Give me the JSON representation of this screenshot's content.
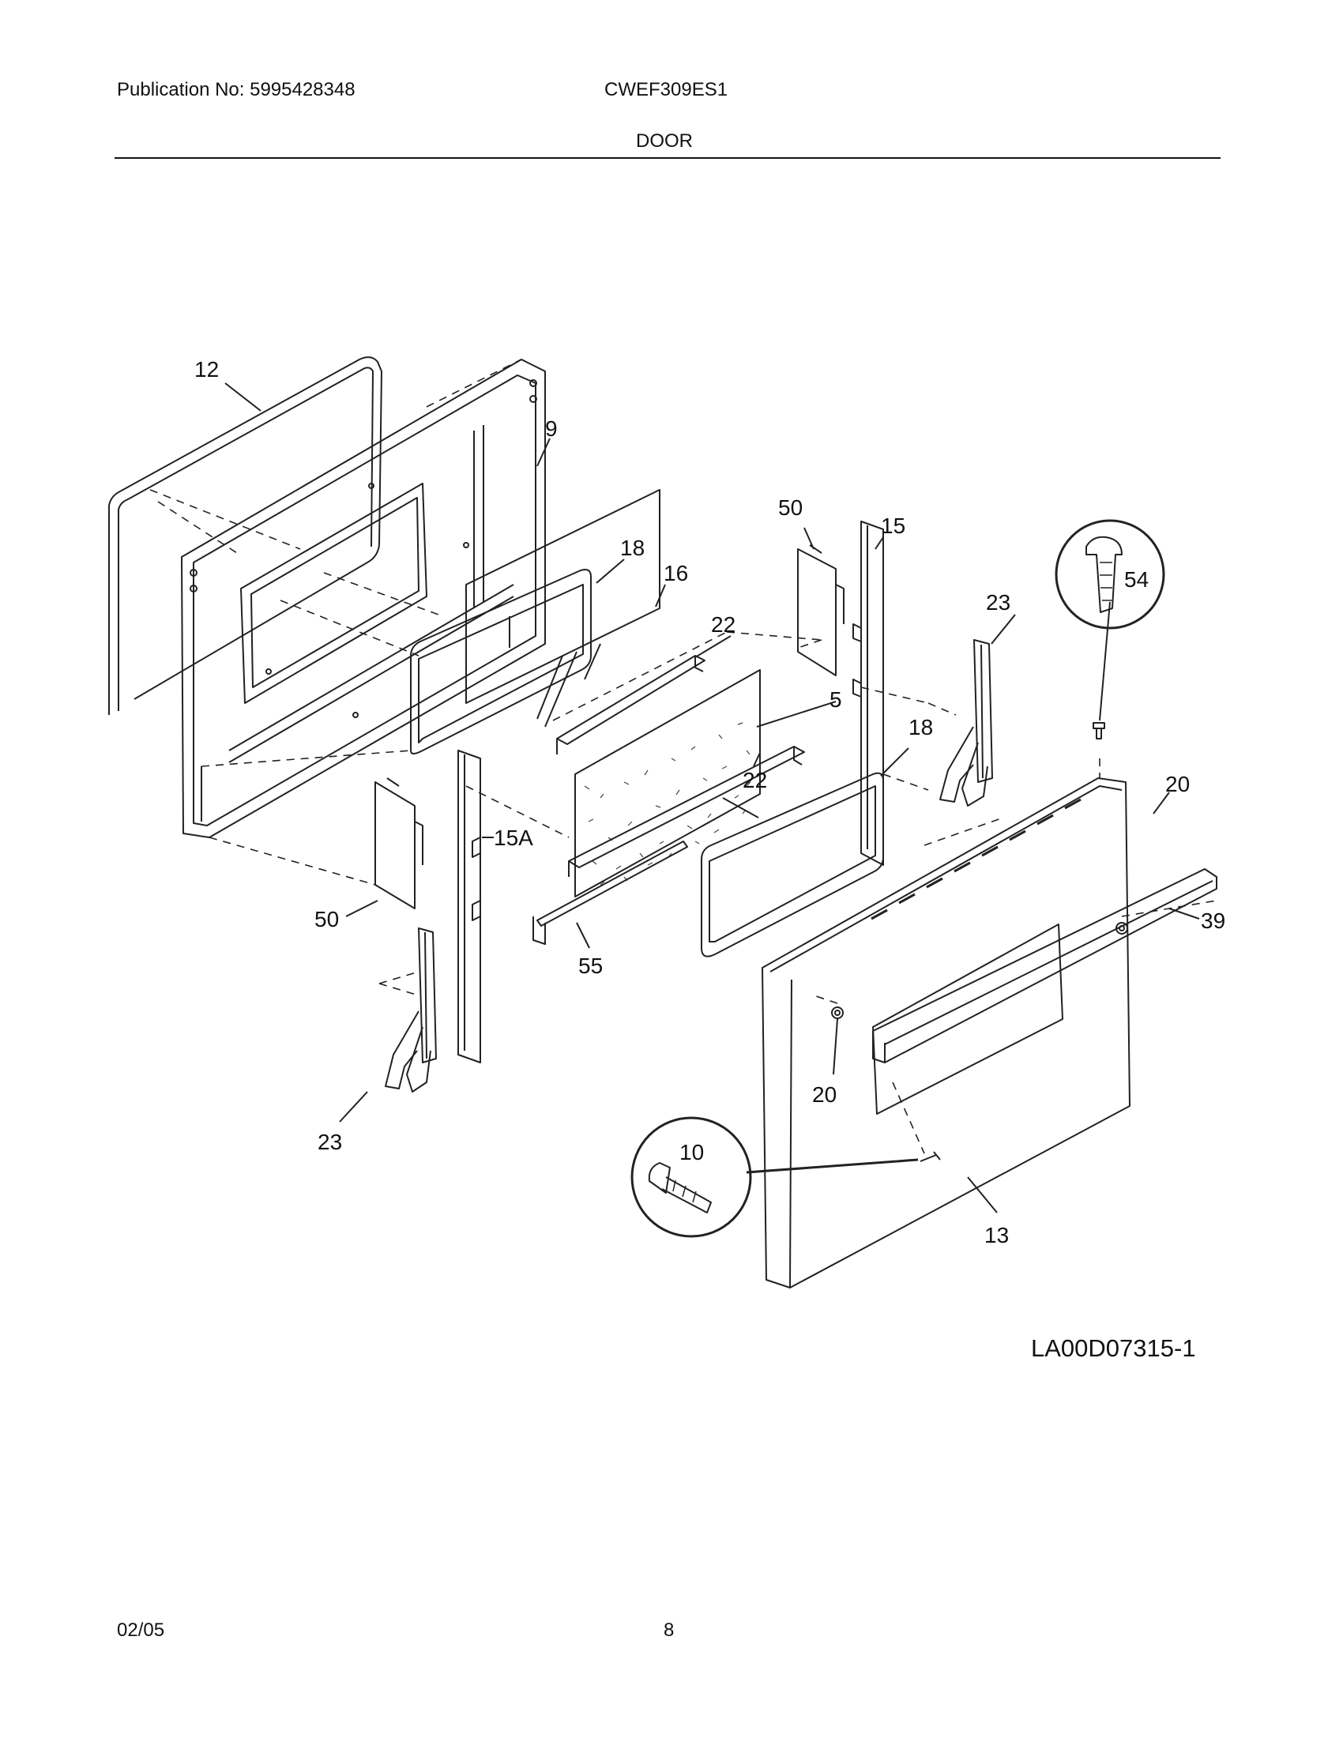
{
  "header": {
    "publication": "Publication No: 5995428348",
    "model": "CWEF309ES1",
    "section": "DOOR"
  },
  "diagram": {
    "drawing_id": "LA00D07315-1",
    "callouts": [
      "12",
      "9",
      "18",
      "16",
      "50",
      "15",
      "22",
      "5",
      "54",
      "23",
      "18",
      "22",
      "15A",
      "50",
      "55",
      "20",
      "39",
      "20",
      "23",
      "10",
      "13"
    ]
  },
  "footer": {
    "date": "02/05",
    "page": "8"
  }
}
